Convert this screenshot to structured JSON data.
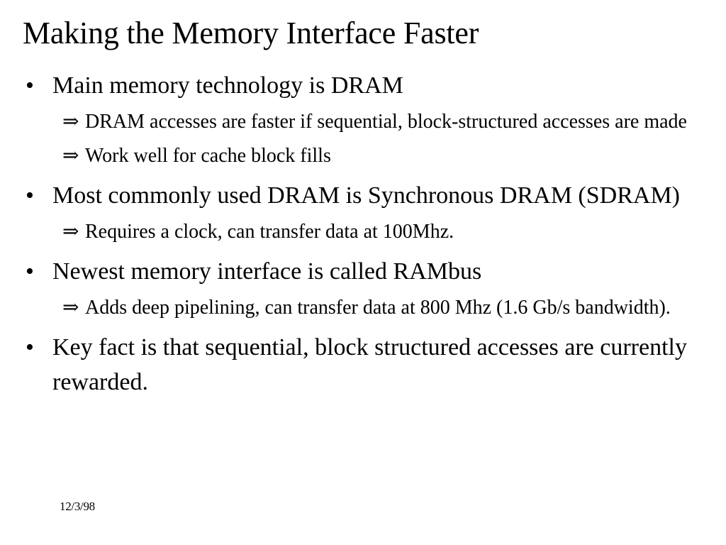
{
  "slide": {
    "title": "Making the Memory Interface Faster",
    "date": "12/3/98",
    "bullet_marker": "•",
    "subbullet_marker": "⇒",
    "text_color": "#000000",
    "background_color": "#ffffff",
    "content": [
      {
        "level": 1,
        "text": "Main memory technology is DRAM"
      },
      {
        "level": 2,
        "text": "DRAM accesses are faster if sequential, block-structured accesses are made"
      },
      {
        "level": 2,
        "text": "Work well for cache block fills"
      },
      {
        "level": 1,
        "text": "Most commonly used DRAM is Synchronous DRAM (SDRAM)"
      },
      {
        "level": 2,
        "text": "Requires a clock, can transfer data at 100Mhz."
      },
      {
        "level": 1,
        "text": "Newest memory interface is called RAMbus"
      },
      {
        "level": 2,
        "text": "Adds deep pipelining, can transfer data at 800 Mhz (1.6 Gb/s bandwidth)."
      },
      {
        "level": 1,
        "text": "Key fact is that sequential, block structured accesses are currently rewarded."
      }
    ]
  }
}
